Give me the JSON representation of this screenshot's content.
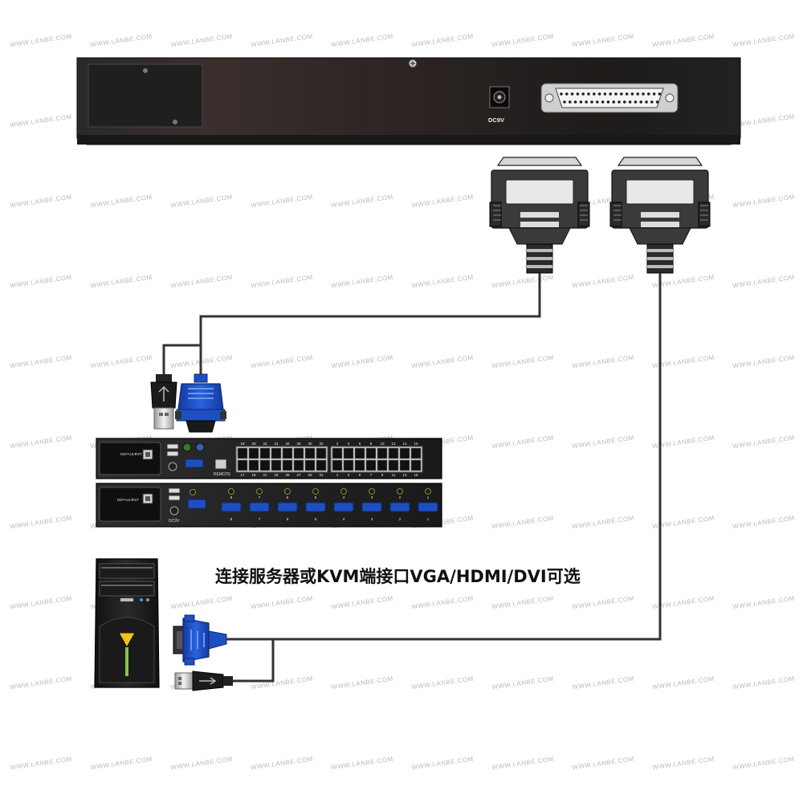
{
  "watermark": "WWW.LANBE.COM",
  "caption": "连接服务器或KVM端接口VGA/HDMI/DVI可选",
  "top_unit": {
    "power_label": "DC9V"
  },
  "kvm_switch_top": {
    "default_label": "DEFAULT",
    "rst_label": "RST",
    "remote_label": "REMOTE",
    "port_numbers_top": [
      "18",
      "20",
      "22",
      "24",
      "26",
      "28",
      "30",
      "32",
      "2",
      "4",
      "6",
      "8",
      "10",
      "12",
      "14",
      "16"
    ],
    "port_numbers_bottom": [
      "17",
      "19",
      "21",
      "23",
      "25",
      "27",
      "29",
      "31",
      "1",
      "3",
      "5",
      "7",
      "9",
      "11",
      "13",
      "15"
    ]
  },
  "kvm_switch_bottom": {
    "default_label": "DEFAULT",
    "rst_label": "RST",
    "power_label": "DC9V",
    "vga_port_numbers": [
      "8",
      "7",
      "6",
      "5",
      "4",
      "3",
      "2",
      "1"
    ]
  },
  "colors": {
    "device_dark": "#1a1a1a",
    "vga_blue": "#1e4fc2",
    "cable": "#333333",
    "caption": "#111111",
    "watermark": "#b9b9b9"
  },
  "icons": [
    "usb-icon",
    "vga-icon",
    "ps2-icon",
    "rj45-icon"
  ]
}
